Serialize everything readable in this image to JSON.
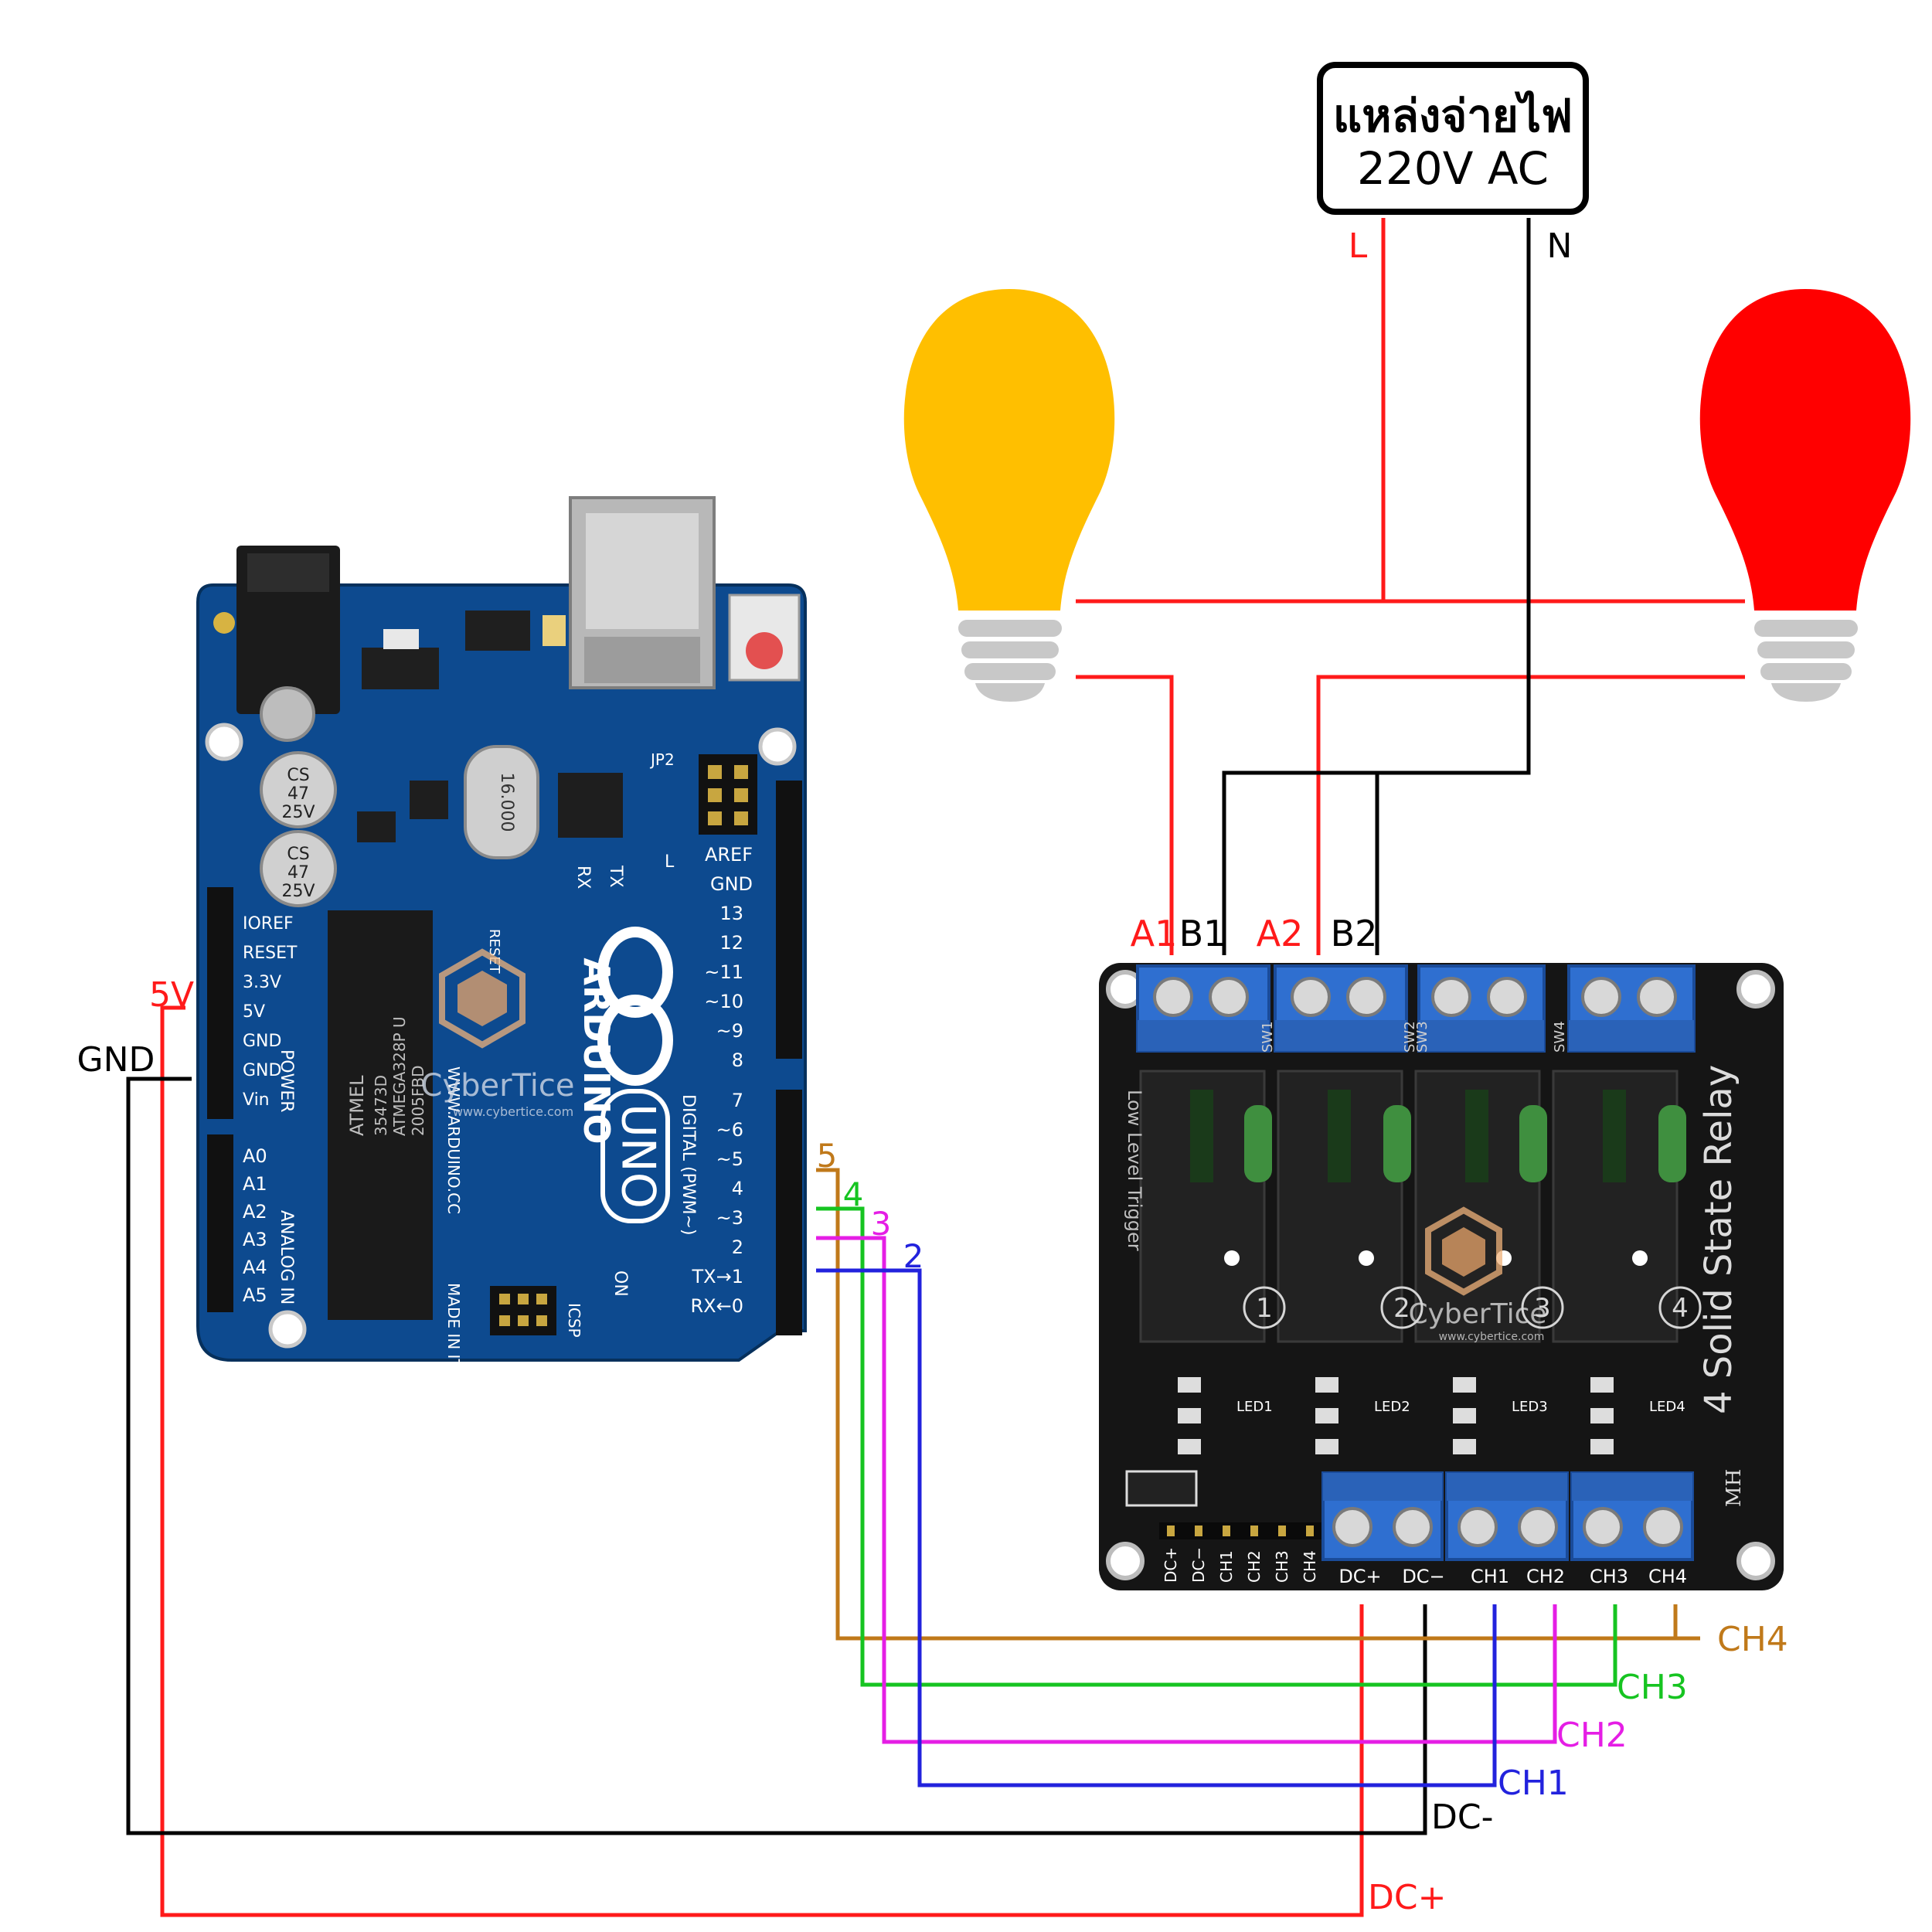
{
  "power_source": {
    "line1": "แหล่งจ่ายไฟ",
    "line2": "220V AC",
    "live_label": "L",
    "neutral_label": "N"
  },
  "colors": {
    "red": "#ff1a1a",
    "black": "#000000",
    "brown": "#c0791a",
    "green": "#16c421",
    "magenta": "#e51ee5",
    "blue": "#2222dd",
    "bulb_yellow": "#ffbf00",
    "bulb_red": "#ff0000",
    "bulb_base": "#c8c8c8",
    "board_blue": "#0d4a8f",
    "relay_black": "#151515",
    "terminal_blue": "#2f6fd0"
  },
  "arduino": {
    "brand": "ARDUINO",
    "model": "UNO",
    "made_in": "MADE IN ITALY",
    "website": "WWW.ARDUINO.CC",
    "chip_brand": "ATMEL",
    "chip_line1": "35473D",
    "chip_line2": "ATMEGA328P U",
    "chip_line3": "2005FBD",
    "cap1_line1": "CS",
    "cap1_line2": "47",
    "cap1_line3": "25V",
    "cap2_line1": "CS",
    "cap2_line2": "47",
    "cap2_line3": "25V",
    "crystal": "16.000",
    "power_label": "POWER",
    "analog_label": "ANALOG IN",
    "digital_label": "DIGITAL (PWM~)",
    "reset_label": "RESET",
    "icsp_label": "ICSP",
    "on_label": "ON",
    "tx_label": "TX",
    "rx_label": "RX",
    "l_label": "L",
    "jp2_label": "JP2",
    "power_pins": [
      "IOREF",
      "RESET",
      "3.3V",
      "5V",
      "GND",
      "GND",
      "Vin"
    ],
    "analog_pins": [
      "A0",
      "A1",
      "A2",
      "A3",
      "A4",
      "A5"
    ],
    "digital_top": [
      "AREF",
      "GND",
      "13",
      "12",
      "~11",
      "~10",
      "~9",
      "8"
    ],
    "digital_bottom": [
      "7",
      "~6",
      "~5",
      "4",
      "~3",
      "2",
      "TX→1",
      "RX←0"
    ]
  },
  "watermark": {
    "name": "CyberTice",
    "url": "www.cybertice.com"
  },
  "relay": {
    "title": "4 Solid State Relay",
    "trigger": "Low Level Trigger",
    "mh": "MH",
    "channel_numbers": [
      "1",
      "2",
      "3",
      "4"
    ],
    "leds": [
      "LED1",
      "LED2",
      "LED3",
      "LED4"
    ],
    "output_labels": [
      "A1",
      "B1",
      "A2",
      "B2"
    ],
    "sw_labels": [
      "SW1",
      "SW2",
      "SW3",
      "SW4"
    ],
    "bottom_terminals": [
      "DC+",
      "DC−",
      "CH1",
      "CH2",
      "CH3",
      "CH4"
    ],
    "header_pins": [
      "DC+",
      "DC−",
      "CH1",
      "CH2",
      "CH3",
      "CH4"
    ]
  },
  "wire_labels": {
    "v5": "5V",
    "gnd": "GND",
    "pin5": "5",
    "pin4": "4",
    "pin3": "3",
    "pin2": "2",
    "ch4": "CH4",
    "ch3": "CH3",
    "ch2": "CH2",
    "ch1": "CH1",
    "dcm": "DC-",
    "dcp": "DC+"
  }
}
